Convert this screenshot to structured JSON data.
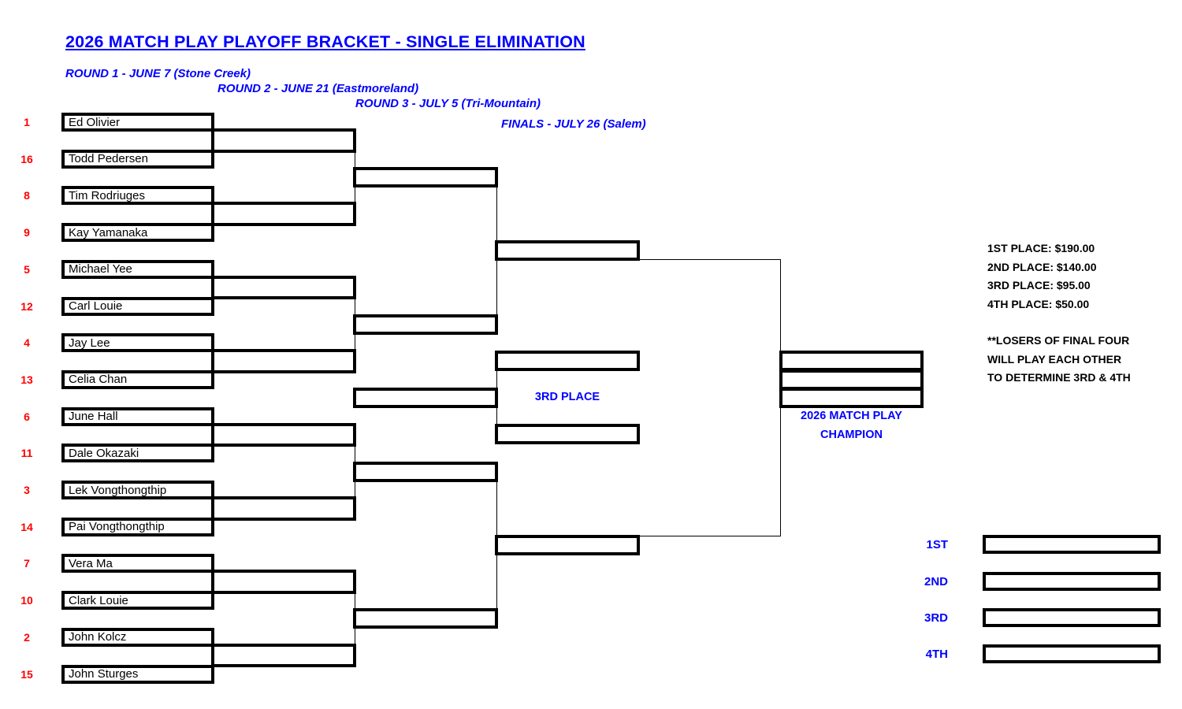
{
  "title": "2026 MATCH PLAY PLAYOFF BRACKET - SINGLE ELIMINATION",
  "round_labels": [
    "ROUND 1 - JUNE 7 (Stone Creek)",
    "ROUND 2 - JUNE 21 (Eastmoreland)",
    "ROUND 3 - JULY 5 (Tri-Mountain)",
    "FINALS - JULY 26 (Salem)"
  ],
  "players": [
    {
      "seed": "1",
      "name": "Ed Olivier"
    },
    {
      "seed": "16",
      "name": "Todd Pedersen"
    },
    {
      "seed": "8",
      "name": "Tim Rodriuges"
    },
    {
      "seed": "9",
      "name": "Kay Yamanaka"
    },
    {
      "seed": "5",
      "name": "Michael Yee"
    },
    {
      "seed": "12",
      "name": "Carl Louie"
    },
    {
      "seed": "4",
      "name": "Jay Lee"
    },
    {
      "seed": "13",
      "name": "Celia Chan"
    },
    {
      "seed": "6",
      "name": "June Hall"
    },
    {
      "seed": "11",
      "name": "Dale Okazaki"
    },
    {
      "seed": "3",
      "name": "Lek Vongthongthip"
    },
    {
      "seed": "14",
      "name": "Pai Vongthongthip"
    },
    {
      "seed": "7",
      "name": "Vera Ma"
    },
    {
      "seed": "10",
      "name": "Clark Louie"
    },
    {
      "seed": "2",
      "name": "John Kolcz"
    },
    {
      "seed": "15",
      "name": "John Sturges"
    }
  ],
  "labels": {
    "third_place": "3RD PLACE",
    "champion_line1": "2026 MATCH PLAY",
    "champion_line2": "CHAMPION"
  },
  "prizes": [
    "1ST PLACE: $190.00",
    "2ND PLACE: $140.00",
    "3RD PLACE: $95.00",
    "4TH PLACE: $50.00"
  ],
  "notes": [
    "**LOSERS OF FINAL FOUR",
    "WILL PLAY EACH OTHER",
    "TO DETERMINE 3RD & 4TH"
  ],
  "results": [
    {
      "label": "1ST"
    },
    {
      "label": "2ND"
    },
    {
      "label": "3RD"
    },
    {
      "label": "4TH"
    }
  ],
  "colors": {
    "accent_blue": "#0000FF",
    "seed_red": "#FF0000",
    "line_black": "#000000",
    "background": "#FFFFFF"
  }
}
